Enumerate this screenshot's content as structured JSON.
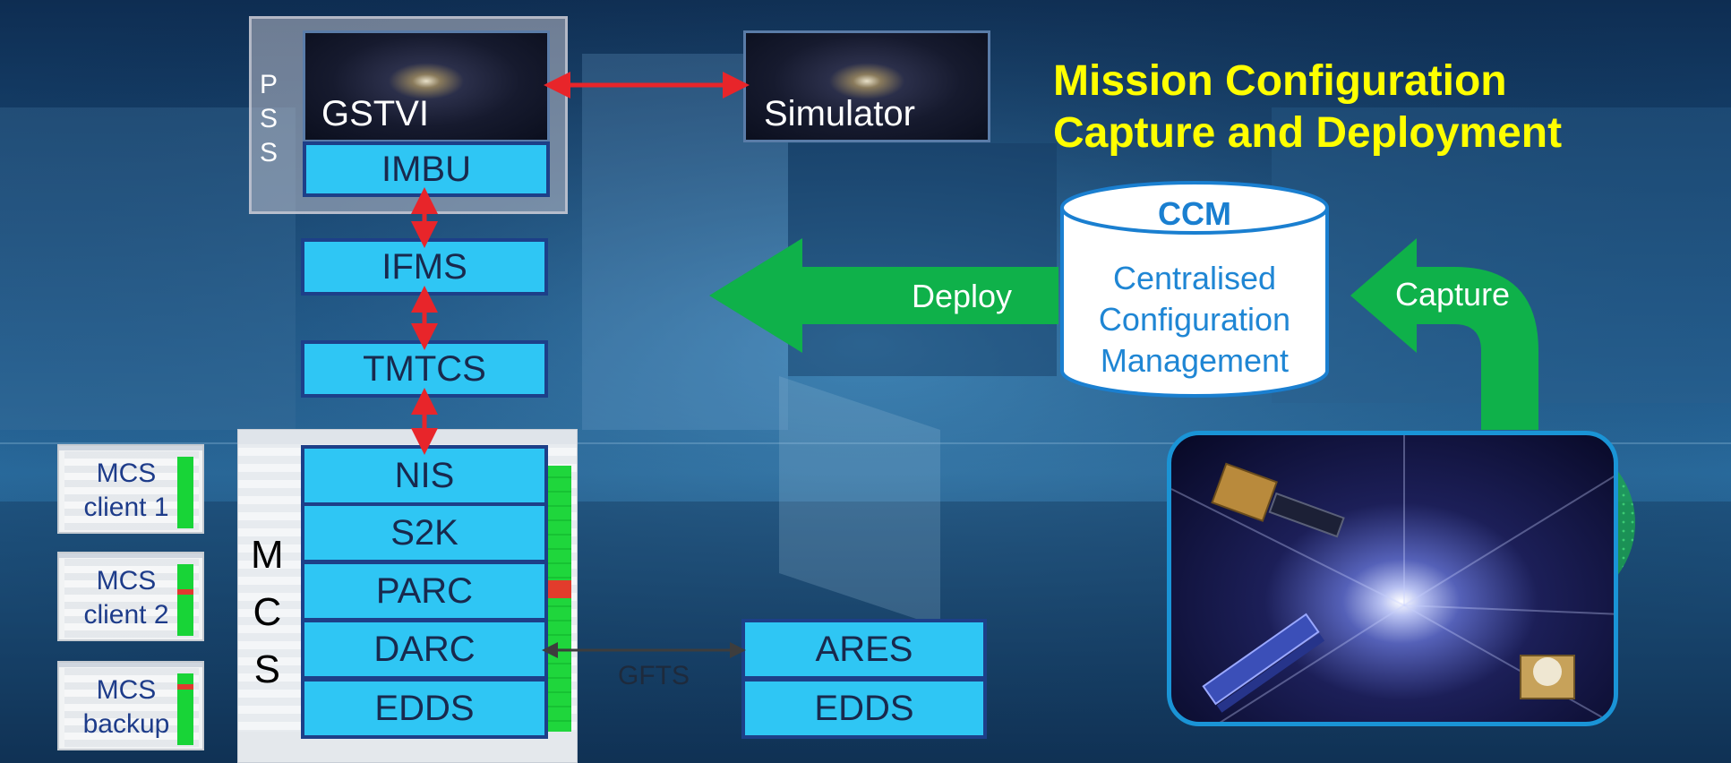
{
  "title": {
    "line1": "Mission Configuration",
    "line2": "Capture and Deployment"
  },
  "pss": {
    "letters": [
      "P",
      "S",
      "S"
    ],
    "gstvi_label": "GSTVI",
    "simulator_label": "Simulator",
    "imbu_label": "IMBU"
  },
  "chain": {
    "ifms_label": "IFMS",
    "tmtcs_label": "TMTCS"
  },
  "mcs": {
    "letters": [
      "M",
      "C",
      "S"
    ],
    "stack": [
      "NIS",
      "S2K",
      "PARC",
      "DARC",
      "EDDS"
    ]
  },
  "clients": [
    {
      "line1": "MCS",
      "line2": "client 1"
    },
    {
      "line1": "MCS",
      "line2": "client 2"
    },
    {
      "line1": "MCS",
      "line2": "backup"
    }
  ],
  "ares_stack": [
    "ARES",
    "EDDS"
  ],
  "gfts_label": "GFTS",
  "ccm": {
    "short": "CCM",
    "line1": "Centralised",
    "line2": "Configuration",
    "line3": "Management"
  },
  "arrows": {
    "deploy_label": "Deploy",
    "capture_label": "Capture"
  },
  "colors": {
    "box_fill": "#2fc6f4",
    "box_border": "#1d3f88",
    "title": "#ffff00",
    "arrow_green": "#0fb14a",
    "link_red": "#e8252a"
  }
}
